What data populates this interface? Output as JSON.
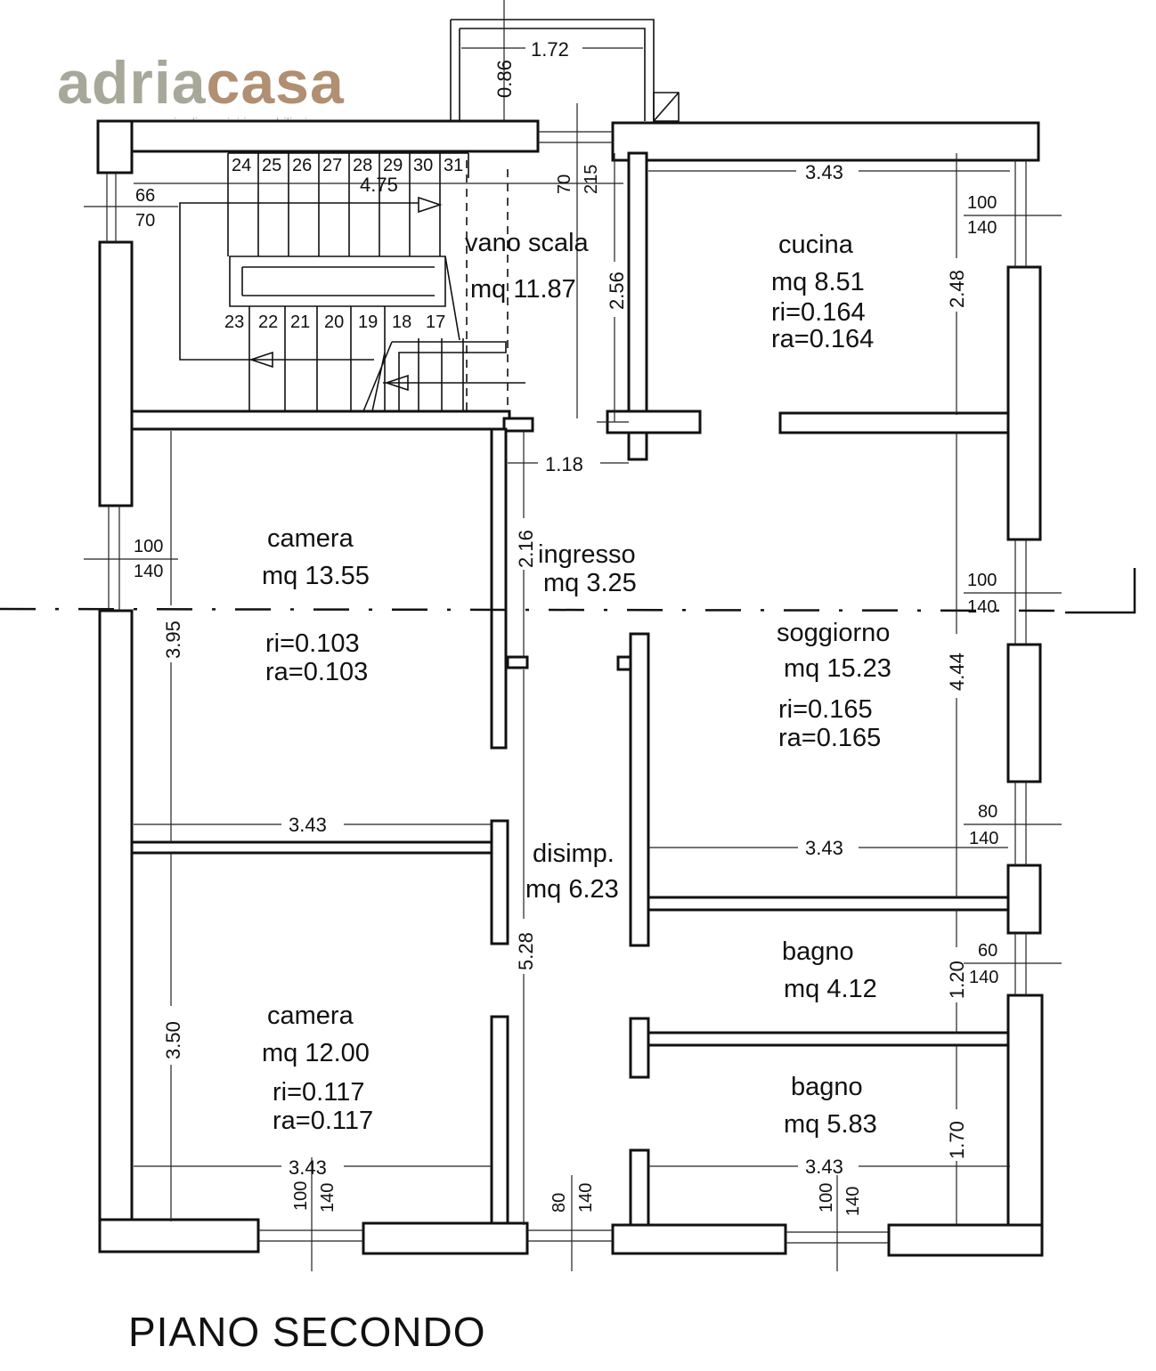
{
  "brand": {
    "name_part1": "adria",
    "name_part2": "casa",
    "tagline": "agenzia di servizi immobiliari",
    "color_part1": "#a8a89a",
    "color_part2": "#b08f72"
  },
  "floor_title": "PIANO SECONDO",
  "rooms": {
    "vano_scala": {
      "name": "vano scala",
      "area": "mq 11.87"
    },
    "cucina": {
      "name": "cucina",
      "area": "mq 8.51",
      "ri": "ri=0.164",
      "ra": "ra=0.164"
    },
    "camera_top": {
      "name": "camera",
      "area": "mq 13.55",
      "ri": "ri=0.103",
      "ra": "ra=0.103"
    },
    "ingresso": {
      "name": "ingresso",
      "area": "mq 3.25"
    },
    "soggiorno": {
      "name": "soggiorno",
      "area": "mq 15.23",
      "ri": "ri=0.165",
      "ra": "ra=0.165"
    },
    "disimp": {
      "name": "disimp.",
      "area": "mq 6.23"
    },
    "bagno_top": {
      "name": "bagno",
      "area": "mq 4.12"
    },
    "camera_bottom": {
      "name": "camera",
      "area": "mq 12.00",
      "ri": "ri=0.117",
      "ra": "ra=0.117"
    },
    "bagno_bottom": {
      "name": "bagno",
      "area": "mq 5.83"
    }
  },
  "dimensions": {
    "balcony_width": "1.72",
    "balcony_depth": "0.86",
    "stair_width": "4.75",
    "cucina_width": "3.43",
    "cucina_height": "2.48",
    "stair_height": "2.56",
    "ingresso_width": "1.18",
    "ingresso_height": "2.16",
    "camera_top_height": "3.95",
    "camera_top_width": "3.43",
    "soggiorno_height": "4.44",
    "soggiorno_width": "3.43",
    "disimp_height": "5.28",
    "bagno_top_height": "1.20",
    "camera_bottom_height": "3.50",
    "camera_bottom_width": "3.43",
    "bagno_bottom_height": "1.70",
    "bagno_bottom_width": "3.43",
    "stair_opening_a": "70",
    "stair_opening_b": "215"
  },
  "stair_steps_top": [
    "24",
    "25",
    "26",
    "27",
    "28",
    "29",
    "30",
    "31"
  ],
  "stair_steps_bottom": [
    "23",
    "22",
    "21",
    "20",
    "19",
    "18",
    "17"
  ],
  "openings": {
    "left_top_a": "66",
    "left_top_b": "70",
    "left_mid_a": "100",
    "left_mid_b": "140",
    "right_cucina_a": "100",
    "right_cucina_b": "140",
    "right_sogg_a": "100",
    "right_sogg_b": "140",
    "right_sogg2_a": "80",
    "right_sogg2_b": "140",
    "right_bagno_a": "60",
    "right_bagno_b": "140",
    "bottom_camera_a": "100",
    "bottom_camera_b": "140",
    "bottom_disimp_a": "80",
    "bottom_disimp_b": "140",
    "bottom_bagno_a": "100",
    "bottom_bagno_b": "140"
  }
}
